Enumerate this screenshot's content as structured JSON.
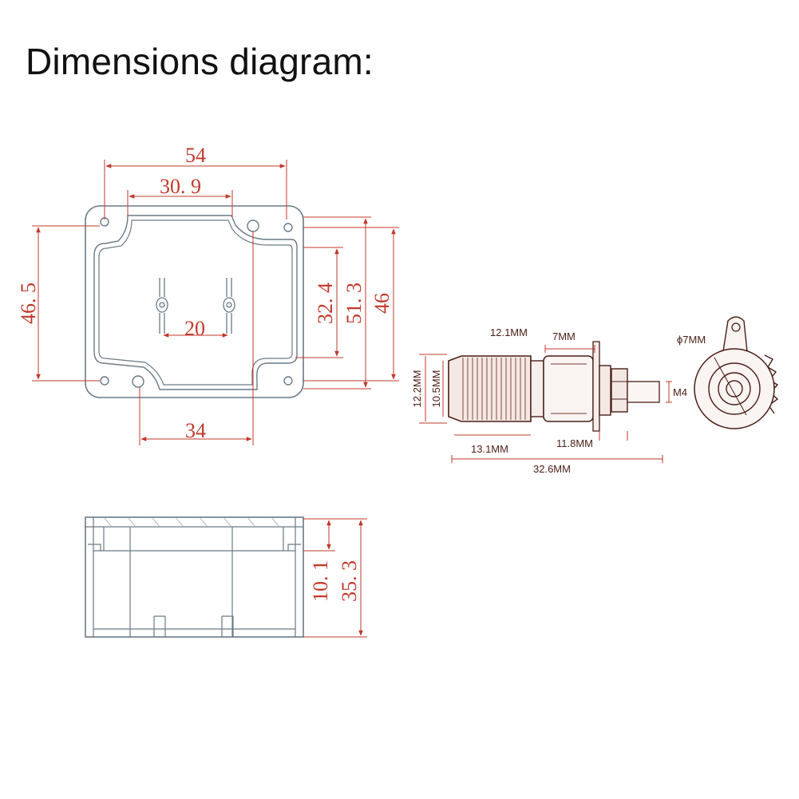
{
  "title": "Dimensions diagram:",
  "colors": {
    "dim_red": "#c0392b",
    "outline": "#6a7a85",
    "text": "#111111",
    "post_dark": "#4a1e18",
    "post_mid": "#7a3a30"
  },
  "top_view": {
    "width_outer": "54",
    "width_inner": "30. 9",
    "pin_spacing": "20",
    "bottom_offset": "34",
    "height_left": "46. 5",
    "height_inner": "32. 4",
    "height_mid": "51. 3",
    "height_right": "46"
  },
  "side_view": {
    "lid_height": "10. 1",
    "total_height": "35. 3"
  },
  "binding_post": {
    "cap_diameter": "12.1MM",
    "body_length": "7MM",
    "height_outer": "12.2MM",
    "height_inner": "10.5MM",
    "cap_length": "13.1MM",
    "nut_size": "11.8MM",
    "total_length": "32.6MM",
    "thread": "M4",
    "hole_diameter": "ϕ7MM"
  }
}
